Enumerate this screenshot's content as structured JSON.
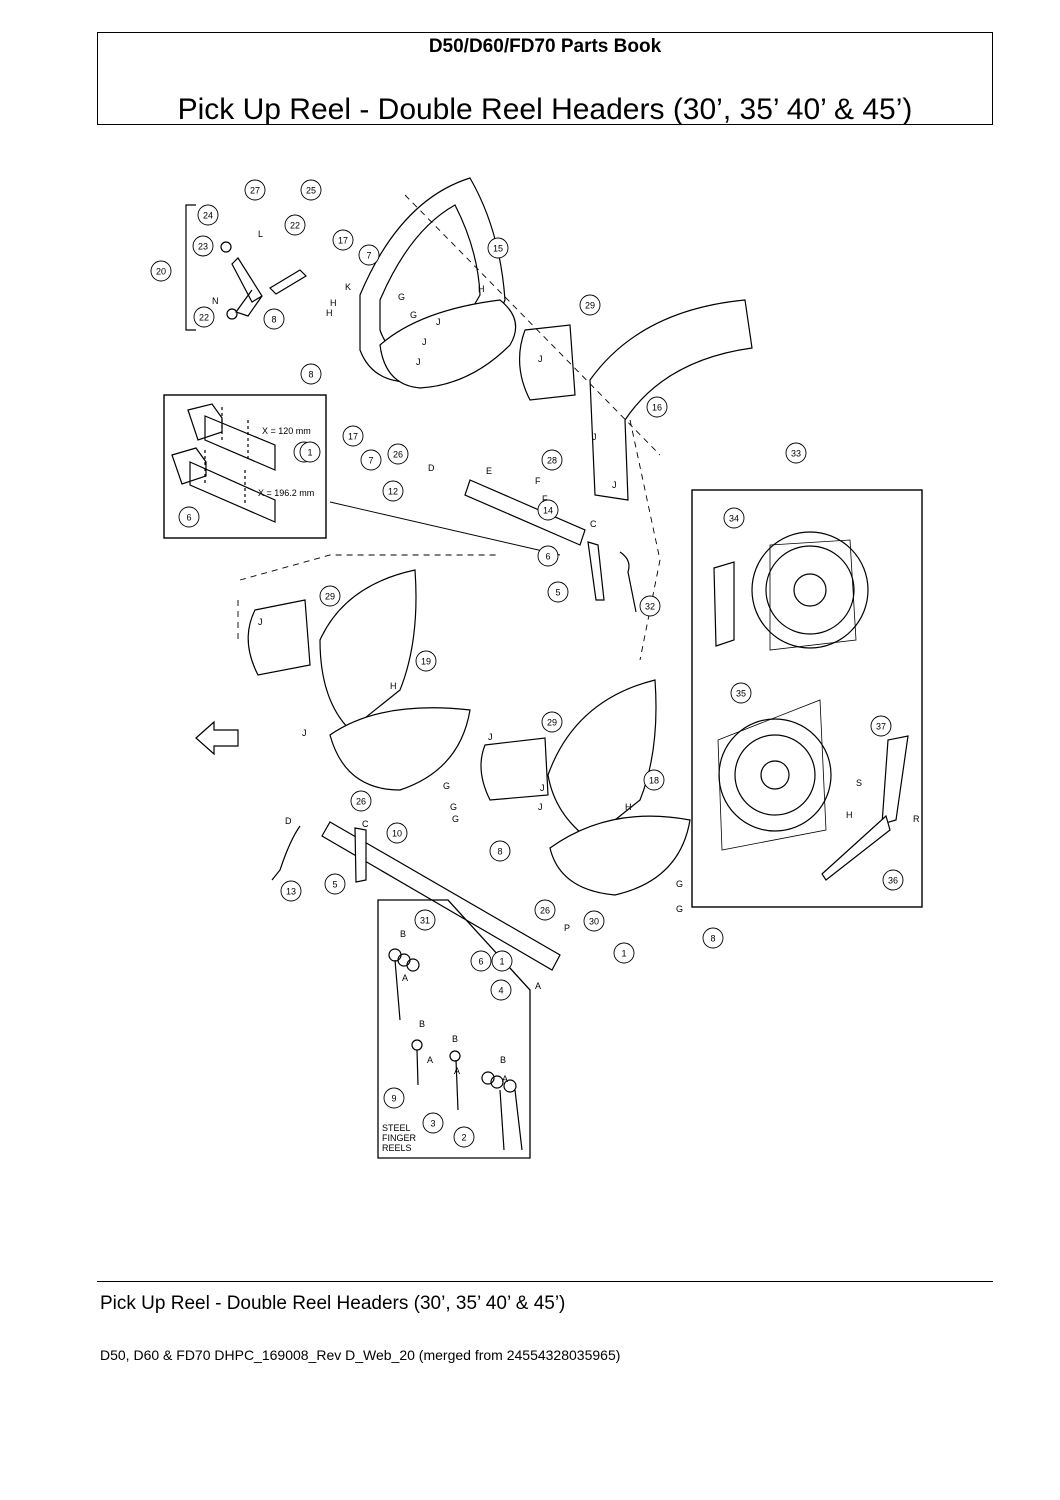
{
  "header": {
    "book_title": "D50/D60/FD70 Parts Book",
    "page_title": "Pick Up Reel - Double Reel Headers (30’, 35’ 40’ & 45’)"
  },
  "diagram": {
    "callouts": [
      "27",
      "25",
      "24",
      "23",
      "22",
      "20",
      "22",
      "17",
      "7",
      "15",
      "8",
      "29",
      "8",
      "16",
      "17",
      "7",
      "26",
      "28",
      "12",
      "14",
      "33",
      "34",
      "6",
      "1",
      "6",
      "5",
      "32",
      "29",
      "19",
      "35",
      "29",
      "18",
      "37",
      "26",
      "10",
      "8",
      "13",
      "5",
      "26",
      "30",
      "1",
      "8",
      "31",
      "6",
      "1",
      "4",
      "9",
      "3",
      "2",
      "36",
      "1"
    ],
    "letters": [
      "L",
      "K",
      "H",
      "H",
      "G",
      "G",
      "H",
      "J",
      "J",
      "J",
      "N",
      "J",
      "J",
      "J",
      "F",
      "F",
      "E",
      "D",
      "C",
      "J",
      "D",
      "C",
      "G",
      "G",
      "G",
      "J",
      "J",
      "J",
      "H",
      "H",
      "S",
      "H",
      "R",
      "P",
      "A",
      "B",
      "A",
      "B",
      "A",
      "B",
      "A",
      "B",
      "A",
      "G",
      "G",
      "J"
    ],
    "dimensions": [
      "X = 120 mm",
      "X = 196.2 mm"
    ],
    "note": [
      "STEEL",
      "FINGER",
      "REELS"
    ]
  },
  "footer": {
    "title": "Pick Up Reel - Double Reel Headers (30’, 35’ 40’ & 45’)",
    "doc_code": "D50, D60 & FD70 DHPC_169008_Rev D_Web_20 (merged from 24554328035965)"
  }
}
